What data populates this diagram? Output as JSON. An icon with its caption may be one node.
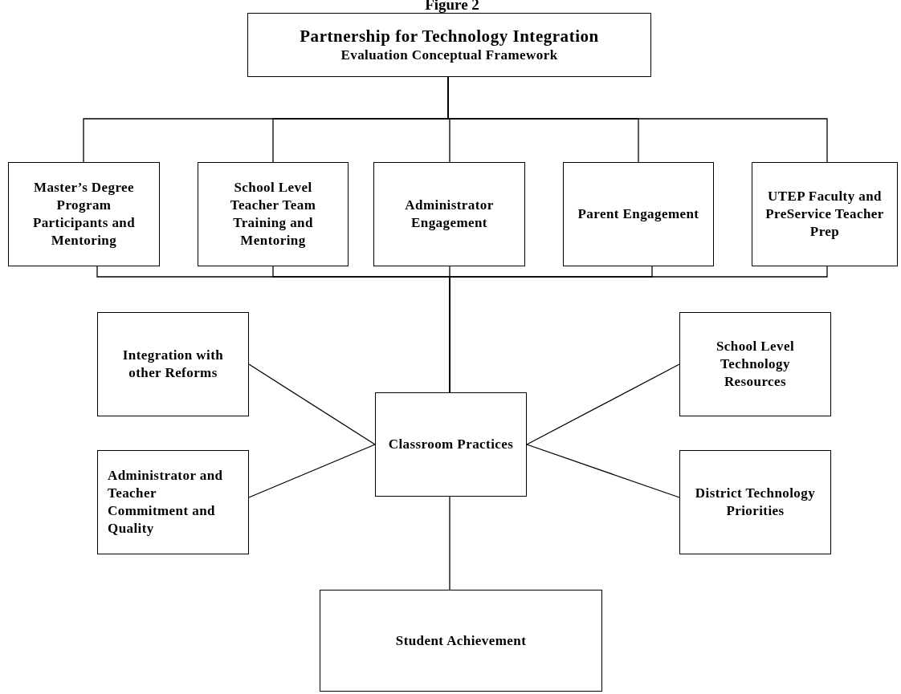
{
  "diagram": {
    "title": "Figure 2",
    "nodes": [
      {
        "text": [
          "Partnership for Technology Integration",
          "Evaluation Conceptual Framework"
        ]
      },
      {
        "text": [
          "Master’s Degree Program Participants and Mentoring"
        ]
      },
      {
        "text": [
          "School Level Teacher Team Training and Mentoring"
        ]
      },
      {
        "text": [
          "Administrator Engagement"
        ]
      },
      {
        "text": [
          "Parent Engagement"
        ]
      },
      {
        "text": [
          "UTEP Faculty and PreService Teacher Prep"
        ]
      },
      {
        "text": [
          "Integration with other Reforms"
        ]
      },
      {
        "text": [
          "School Level Technology Resources"
        ]
      },
      {
        "text": [
          "Classroom Practices"
        ]
      },
      {
        "text": [
          "Administrator and Teacher Commitment and Quality"
        ]
      },
      {
        "text": [
          "District Technology Priorities"
        ]
      },
      {
        "text": [
          "Student Achievement"
        ]
      }
    ],
    "edges": [
      {
        "from": 0,
        "to": 1,
        "arrow": "none"
      },
      {
        "from": 0,
        "to": 2,
        "arrow": "none"
      },
      {
        "from": 0,
        "to": 3,
        "arrow": "none"
      },
      {
        "from": 0,
        "to": 4,
        "arrow": "none"
      },
      {
        "from": 0,
        "to": 5,
        "arrow": "none"
      },
      {
        "from": 1,
        "to": 8,
        "arrow": "none"
      },
      {
        "from": 2,
        "to": 8,
        "arrow": "none"
      },
      {
        "from": 3,
        "to": 8,
        "arrow": "none"
      },
      {
        "from": 4,
        "to": 8,
        "arrow": "none"
      },
      {
        "from": 5,
        "to": 8,
        "arrow": "none"
      },
      {
        "from": 6,
        "to": 8,
        "arrow": "none"
      },
      {
        "from": 7,
        "to": 8,
        "arrow": "none"
      },
      {
        "from": 9,
        "to": 8,
        "arrow": "none"
      },
      {
        "from": 10,
        "to": 8,
        "arrow": "none"
      },
      {
        "from": 8,
        "to": 11,
        "arrow": "none"
      }
    ]
  }
}
